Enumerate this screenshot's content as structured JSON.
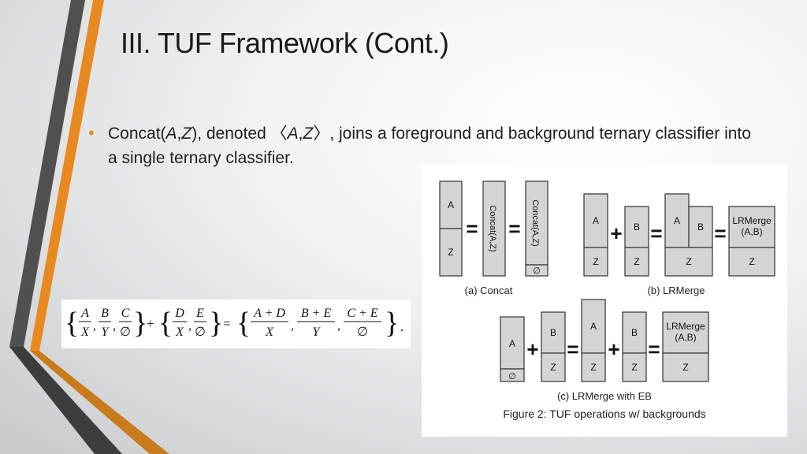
{
  "slide": {
    "title": "III. TUF Framework (Cont.)",
    "bullet": {
      "t1": "Concat(",
      "t2": "A",
      "t3": ",",
      "t4": "Z",
      "t5": "), denoted 〈",
      "t6": "A",
      "t7": ",",
      "t8": "Z",
      "t9": "〉, joins a foreground and background ternary classifier into a single ternary classifier."
    }
  },
  "formula": {
    "lbrace": "{",
    "rbrace": "}",
    "plus": "+",
    "equals": "=",
    "comma": ",",
    "period": ".",
    "left": [
      {
        "num": "A",
        "den": "X"
      },
      {
        "num": "B",
        "den": "Y"
      },
      {
        "num": "C",
        "den": "∅"
      }
    ],
    "middle": [
      {
        "num": "D",
        "den": "X"
      },
      {
        "num": "E",
        "den": "∅"
      }
    ],
    "right": [
      {
        "num": "A + D",
        "den": "X"
      },
      {
        "num": "B + E",
        "den": "Y"
      },
      {
        "num": "C + E",
        "den": "∅"
      }
    ]
  },
  "figure": {
    "labels": {
      "A": "A",
      "B": "B",
      "Z": "Z",
      "empty": "∅",
      "concat": "Concat(A,Z)",
      "lrmerge1": "LRMerge",
      "lrmerge2": "(A,B)",
      "eq": "=",
      "plus": "+"
    },
    "caption_a": "(a) Concat",
    "caption_b": "(b) LRMerge",
    "caption_c": "(c) LRMerge with EB",
    "caption_fig": "Figure 2:  TUF operations w/ backgrounds"
  },
  "colors": {
    "accent_orange": "#e8891f",
    "dark_gray": "#4a4a4a",
    "box_fill": "#d4d4d4"
  }
}
